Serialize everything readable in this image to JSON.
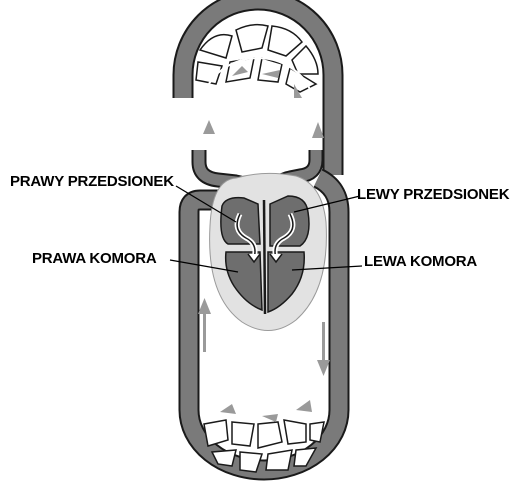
{
  "labels": {
    "right_atrium": "PRAWY PRZEDSIONEK",
    "left_atrium": "LEWY PRZEDSIONEK",
    "right_ventricle": "PRAWA KOMORA",
    "left_ventricle": "LEWA KOMORA"
  },
  "colors": {
    "vessel_fill": "#7a7a7a",
    "vessel_outline": "#1a1a1a",
    "heart_chamber": "#6e6e6e",
    "pericardium": "#e2e2e2",
    "arrow": "#9a9a9a",
    "background": "#ffffff"
  }
}
